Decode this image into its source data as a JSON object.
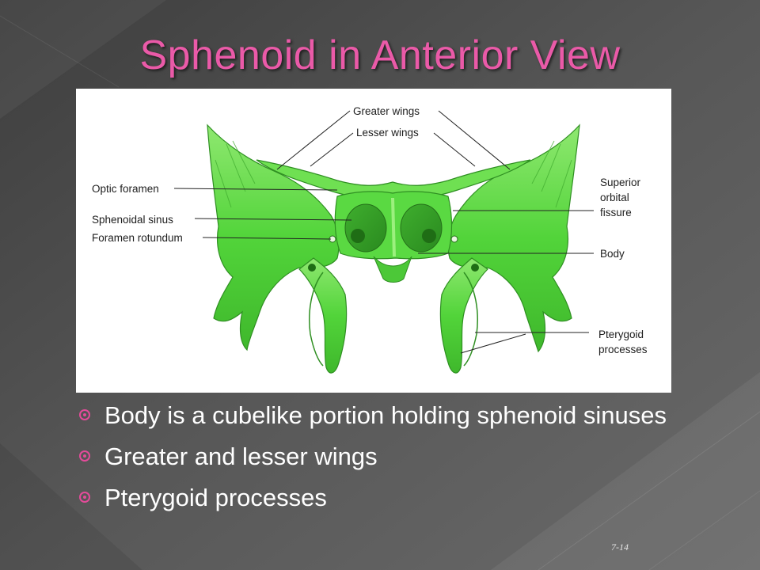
{
  "slide": {
    "title": "Sphenoid in Anterior View",
    "page_number": "7-14"
  },
  "figure": {
    "labels": {
      "greater_wings": "Greater wings",
      "lesser_wings": "Lesser wings",
      "optic_foramen": "Optic foramen",
      "sphenoidal_sinus": "Sphenoidal sinus",
      "foramen_rotundum": "Foramen rotundum",
      "superior_1": "Superior",
      "superior_2": "orbital",
      "superior_3": "fissure",
      "body": "Body",
      "pterygoid_1": "Pterygoid",
      "pterygoid_2": "processes"
    },
    "bone_color": "#52d43a"
  },
  "bullets": [
    {
      "text": "Body is a cubelike portion holding sphenoid sinuses"
    },
    {
      "text": "Greater and lesser wings"
    },
    {
      "text": "Pterygoid processes"
    }
  ],
  "colors": {
    "accent": "#e44b9a",
    "title": "#ea5aa8",
    "background": "#4a4a4a"
  }
}
